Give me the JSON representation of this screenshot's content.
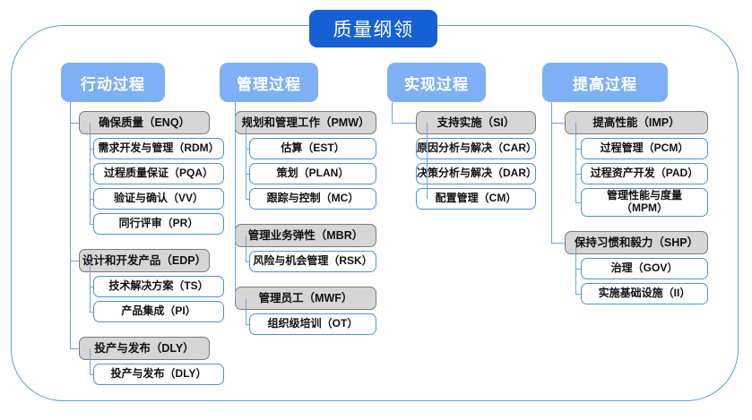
{
  "diagram": {
    "title": "质量纲领",
    "colors": {
      "title_bg": "#1560d4",
      "header_bg": "#7fb0f5",
      "parent_bg": "#d6d6d6",
      "parent_border": "#7a7a7a",
      "child_border": "#4a8fe0",
      "frame_border": "#5b9bf0",
      "connector": "#6ba3ee"
    },
    "columns": [
      {
        "header": "行动过程",
        "groups": [
          {
            "parent": "确保质量（ENQ）",
            "children": [
              "需求开发与管理（RDM）",
              "过程质量保证（PQA）",
              "验证与确认（VV）",
              "同行评审（PR）"
            ]
          },
          {
            "parent": "设计和开发产品（EDP）",
            "children": [
              "技术解决方案（TS）",
              "产品集成（PI）"
            ]
          },
          {
            "parent": "投产与发布（DLY）",
            "children": [
              "投产与发布（DLY）"
            ]
          }
        ]
      },
      {
        "header": "管理过程",
        "groups": [
          {
            "parent": "规划和管理工作（PMW）",
            "children": [
              "估算（EST）",
              "策划（PLAN）",
              "跟踪与控制（MC）"
            ]
          },
          {
            "parent": "管理业务弹性（MBR）",
            "children": [
              "风险与机会管理（RSK）"
            ]
          },
          {
            "parent": "管理员工（MWF）",
            "children": [
              "组织级培训（OT）"
            ]
          }
        ]
      },
      {
        "header": "实现过程",
        "groups": [
          {
            "parent": "支持实施（SI）",
            "children": [
              "原因分析与解决（CAR）",
              "决策分析与解决（DAR）",
              "配置管理（CM）"
            ]
          }
        ]
      },
      {
        "header": "提高过程",
        "groups": [
          {
            "parent": "提高性能（IMP）",
            "children": [
              "过程管理（PCM）",
              "过程资产开发（PAD）",
              "管理性能与度量\n（MPM）"
            ]
          },
          {
            "parent": "保持习惯和毅力（SHP）",
            "children": [
              "治理（GOV）",
              "实施基础设施（II）"
            ]
          }
        ]
      }
    ]
  }
}
